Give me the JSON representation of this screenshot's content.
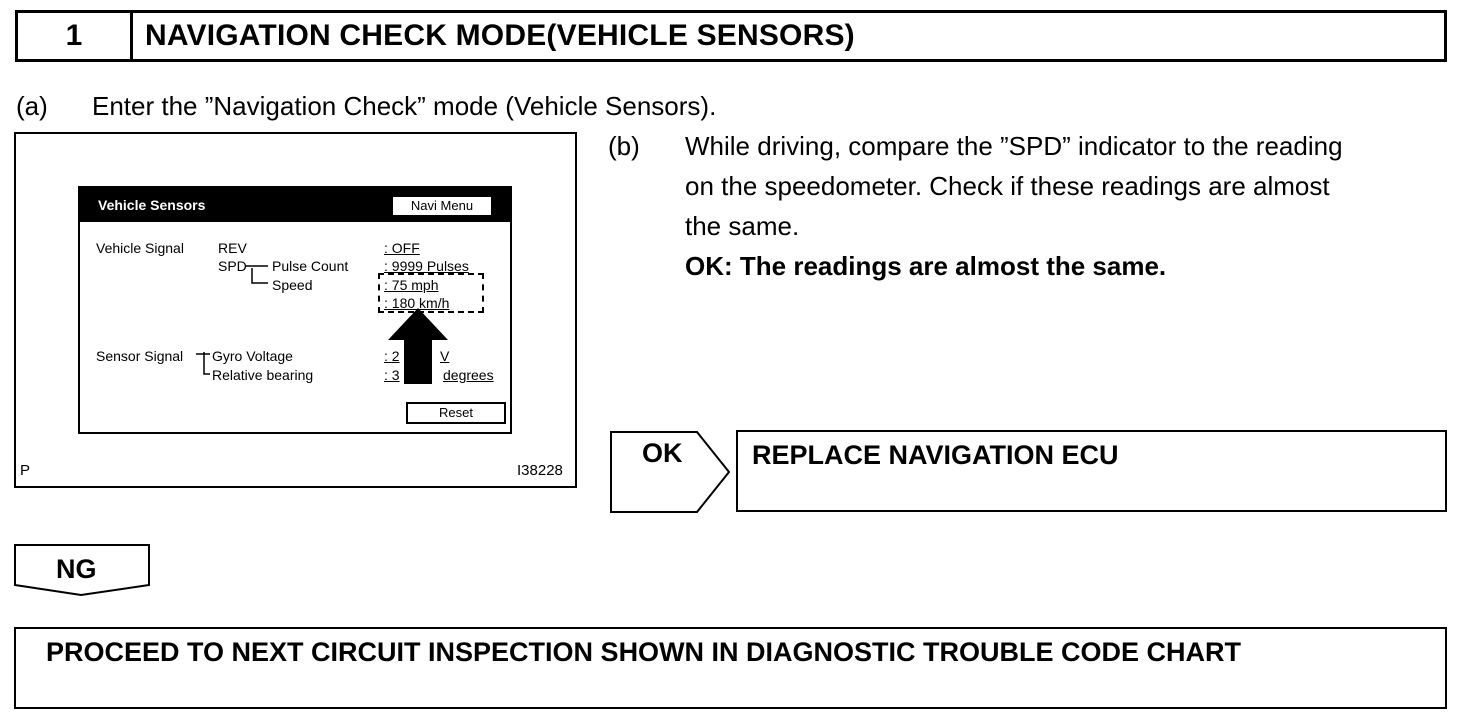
{
  "header": {
    "step": "1",
    "title": "NAVIGATION CHECK MODE(VEHICLE SENSORS)"
  },
  "step_a": {
    "marker": "(a)",
    "text": "Enter the ”Navigation Check” mode (Vehicle Sensors)."
  },
  "step_b": {
    "marker": "(b)",
    "lines": [
      "While driving, compare the ”SPD” indicator to the reading",
      "on the speedometer. Check if these readings are almost",
      "the same."
    ],
    "ok_text": "OK: The readings are almost the same."
  },
  "figure": {
    "screen_title": "Vehicle Sensors",
    "navi_menu_button": "Navi Menu",
    "vehicle_signal": "Vehicle Signal",
    "rev": "REV",
    "spd": "SPD",
    "pulse_count": "Pulse Count",
    "speed": "Speed",
    "rev_value": ": OFF",
    "pulse_value": ": 9999 Pulses",
    "mph_value": ": 75 mph",
    "kmh_value": ": 180 km/h",
    "sensor_signal": "Sensor Signal",
    "gyro_voltage": "Gyro Voltage",
    "relative_bearing": "Relative bearing",
    "gyro_value_start": ": 2",
    "gyro_value_end": "V",
    "bearing_value_start": ": 3",
    "bearing_value_end": "degrees",
    "reset_button": "Reset",
    "corner_left": "P",
    "corner_right": "I38228"
  },
  "ok_branch": {
    "label": "OK",
    "result": "REPLACE NAVIGATION ECU"
  },
  "ng_branch": {
    "label": "NG",
    "result": "PROCEED TO NEXT CIRCUIT INSPECTION SHOWN IN DIAGNOSTIC TROUBLE CODE CHART"
  }
}
